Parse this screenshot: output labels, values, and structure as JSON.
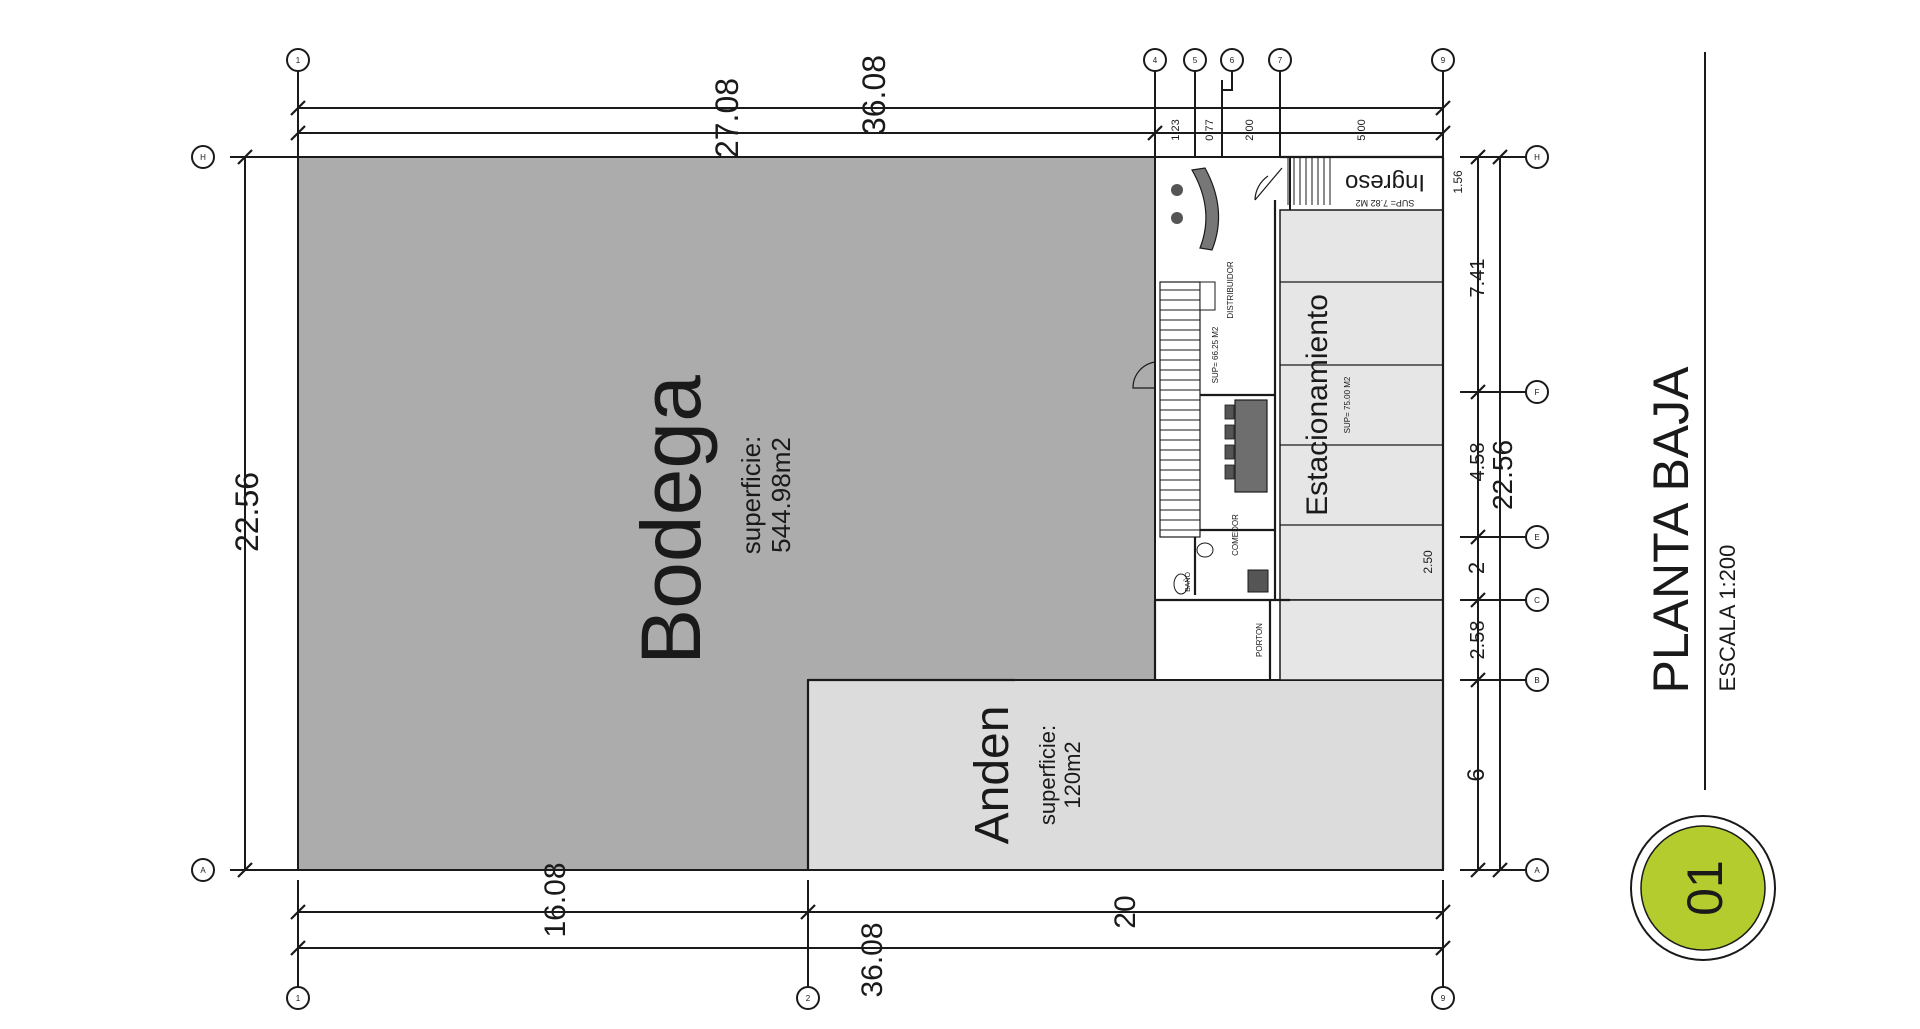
{
  "sheet": {
    "title": "PLANTA BAJA",
    "scale": "ESCALA 1:200",
    "badge_number": "01",
    "badge_color": "#b5cc2e"
  },
  "rooms": {
    "bodega": {
      "name": "Bodega",
      "area_label": "superficie:",
      "area_value": "544.98m2"
    },
    "anden": {
      "name": "Anden",
      "area_label": "superficie:",
      "area_value": "120m2"
    },
    "estacionamiento": {
      "name": "Estacionamiento",
      "area": "SUP= 75.00 M2"
    },
    "ingreso": {
      "name": "Ingreso",
      "area": "SUP= 7.82 M2"
    },
    "distribuidor": {
      "name": "DISTRIBUIDOR",
      "area": "SUP= 66.25 M2"
    },
    "comedor": {
      "name": "COMEDOR"
    },
    "bano": {
      "name": "BAÑO"
    },
    "porton": {
      "name": "PORTON"
    }
  },
  "dimensions": {
    "top_total": "36.08",
    "top_sub": "27.08",
    "top_small": [
      "1.23",
      "0.77",
      "2.00",
      "5.00"
    ],
    "bottom_left": "16.08",
    "bottom_right": "20",
    "bottom_total": "36.08",
    "left_height": "22.56",
    "right_total": "22.56",
    "right_segments": [
      "1.56",
      "7.41",
      "4.58",
      "2",
      "2.58",
      "6"
    ],
    "parking_inner": "2.50"
  },
  "grid_labels": {
    "top": [
      "1",
      "4",
      "5",
      "6",
      "7",
      "9"
    ],
    "bottom": [
      "1",
      "2",
      "9"
    ],
    "left": [
      "H",
      "A"
    ],
    "right": [
      "H",
      "F",
      "E",
      "C",
      "B",
      "A"
    ]
  },
  "colors": {
    "bodega_fill": "#acacac",
    "anden_fill": "#dcdcdc",
    "parking_fill": "#e6e6e6",
    "line": "#1a1a1a"
  }
}
